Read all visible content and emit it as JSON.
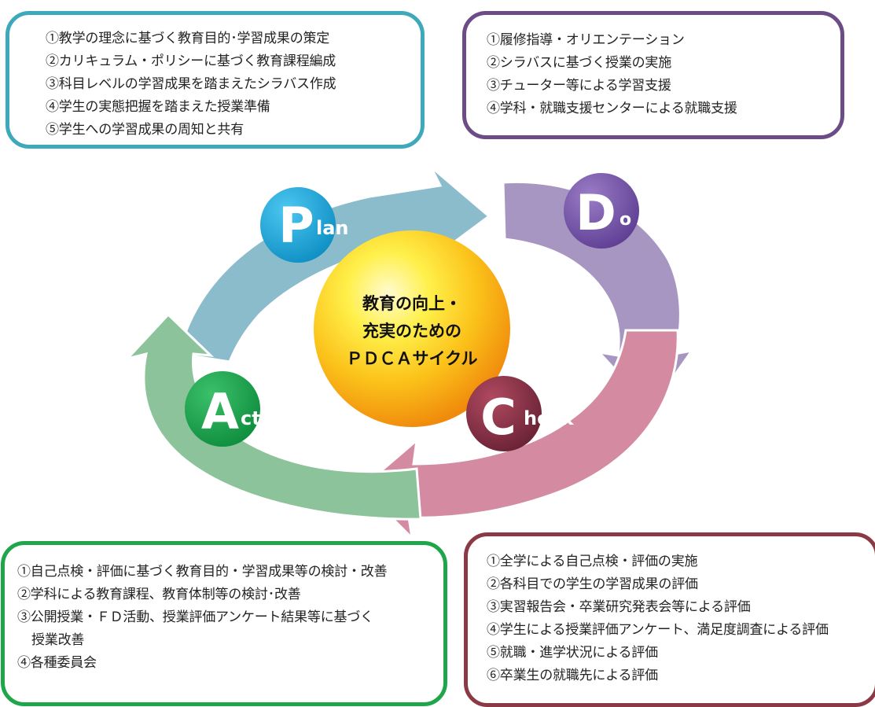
{
  "plan_box": {
    "items": [
      "①教学の理念に基づく教育目的･学習成果の策定",
      "②カリキュラム・ポリシーに基づく教育課程編成",
      "③科目レベルの学習成果を踏まえたシラバス作成",
      "④学生の実態把握を踏まえた授業準備",
      "⑤学生への学習成果の周知と共有"
    ]
  },
  "do_box": {
    "items": [
      "①履修指導・オリエンテーション",
      "②シラバスに基づく授業の実施",
      "③チューター等による学習支援",
      "④学科・就職支援センターによる就職支援"
    ]
  },
  "act_box": {
    "items": [
      "①自己点検・評価に基づく教育目的・学習成果等の検討・改善",
      "②学科による教育課程、教育体制等の検討･改善",
      "③公開授業・ＦＤ活動、授業評価アンケート結果等に基づく",
      "授業改善",
      "④各種委員会"
    ]
  },
  "check_box": {
    "items": [
      "①全学による自己点検・評価の実施",
      "②各科目での学生の学習成果の評価",
      "③実習報告会・卒業研究発表会等による評価",
      "④学生による授業評価アンケート、満足度調査による評価",
      "⑤就職・進学状況による評価",
      "⑥卒業生の就職先による評価"
    ]
  },
  "cycle": {
    "center_lines": [
      "教育の向上・",
      "充実のための",
      "ＰＤＣＡサイクル"
    ],
    "plan": {
      "letter": "P",
      "rest": "lan"
    },
    "do": {
      "letter": "D",
      "rest": "o"
    },
    "check": {
      "letter": "C",
      "rest": "heck"
    },
    "act": {
      "letter": "A",
      "rest": "ct"
    }
  },
  "colors": {
    "plan": "#3fa9bc",
    "do": "#6b4c86",
    "check": "#8b3a45",
    "act": "#1fa64a",
    "plan_arrow": "#8bbccb",
    "do_arrow": "#a896c2",
    "check_arrow": "#d48aa0",
    "act_arrow": "#8cc39a"
  }
}
